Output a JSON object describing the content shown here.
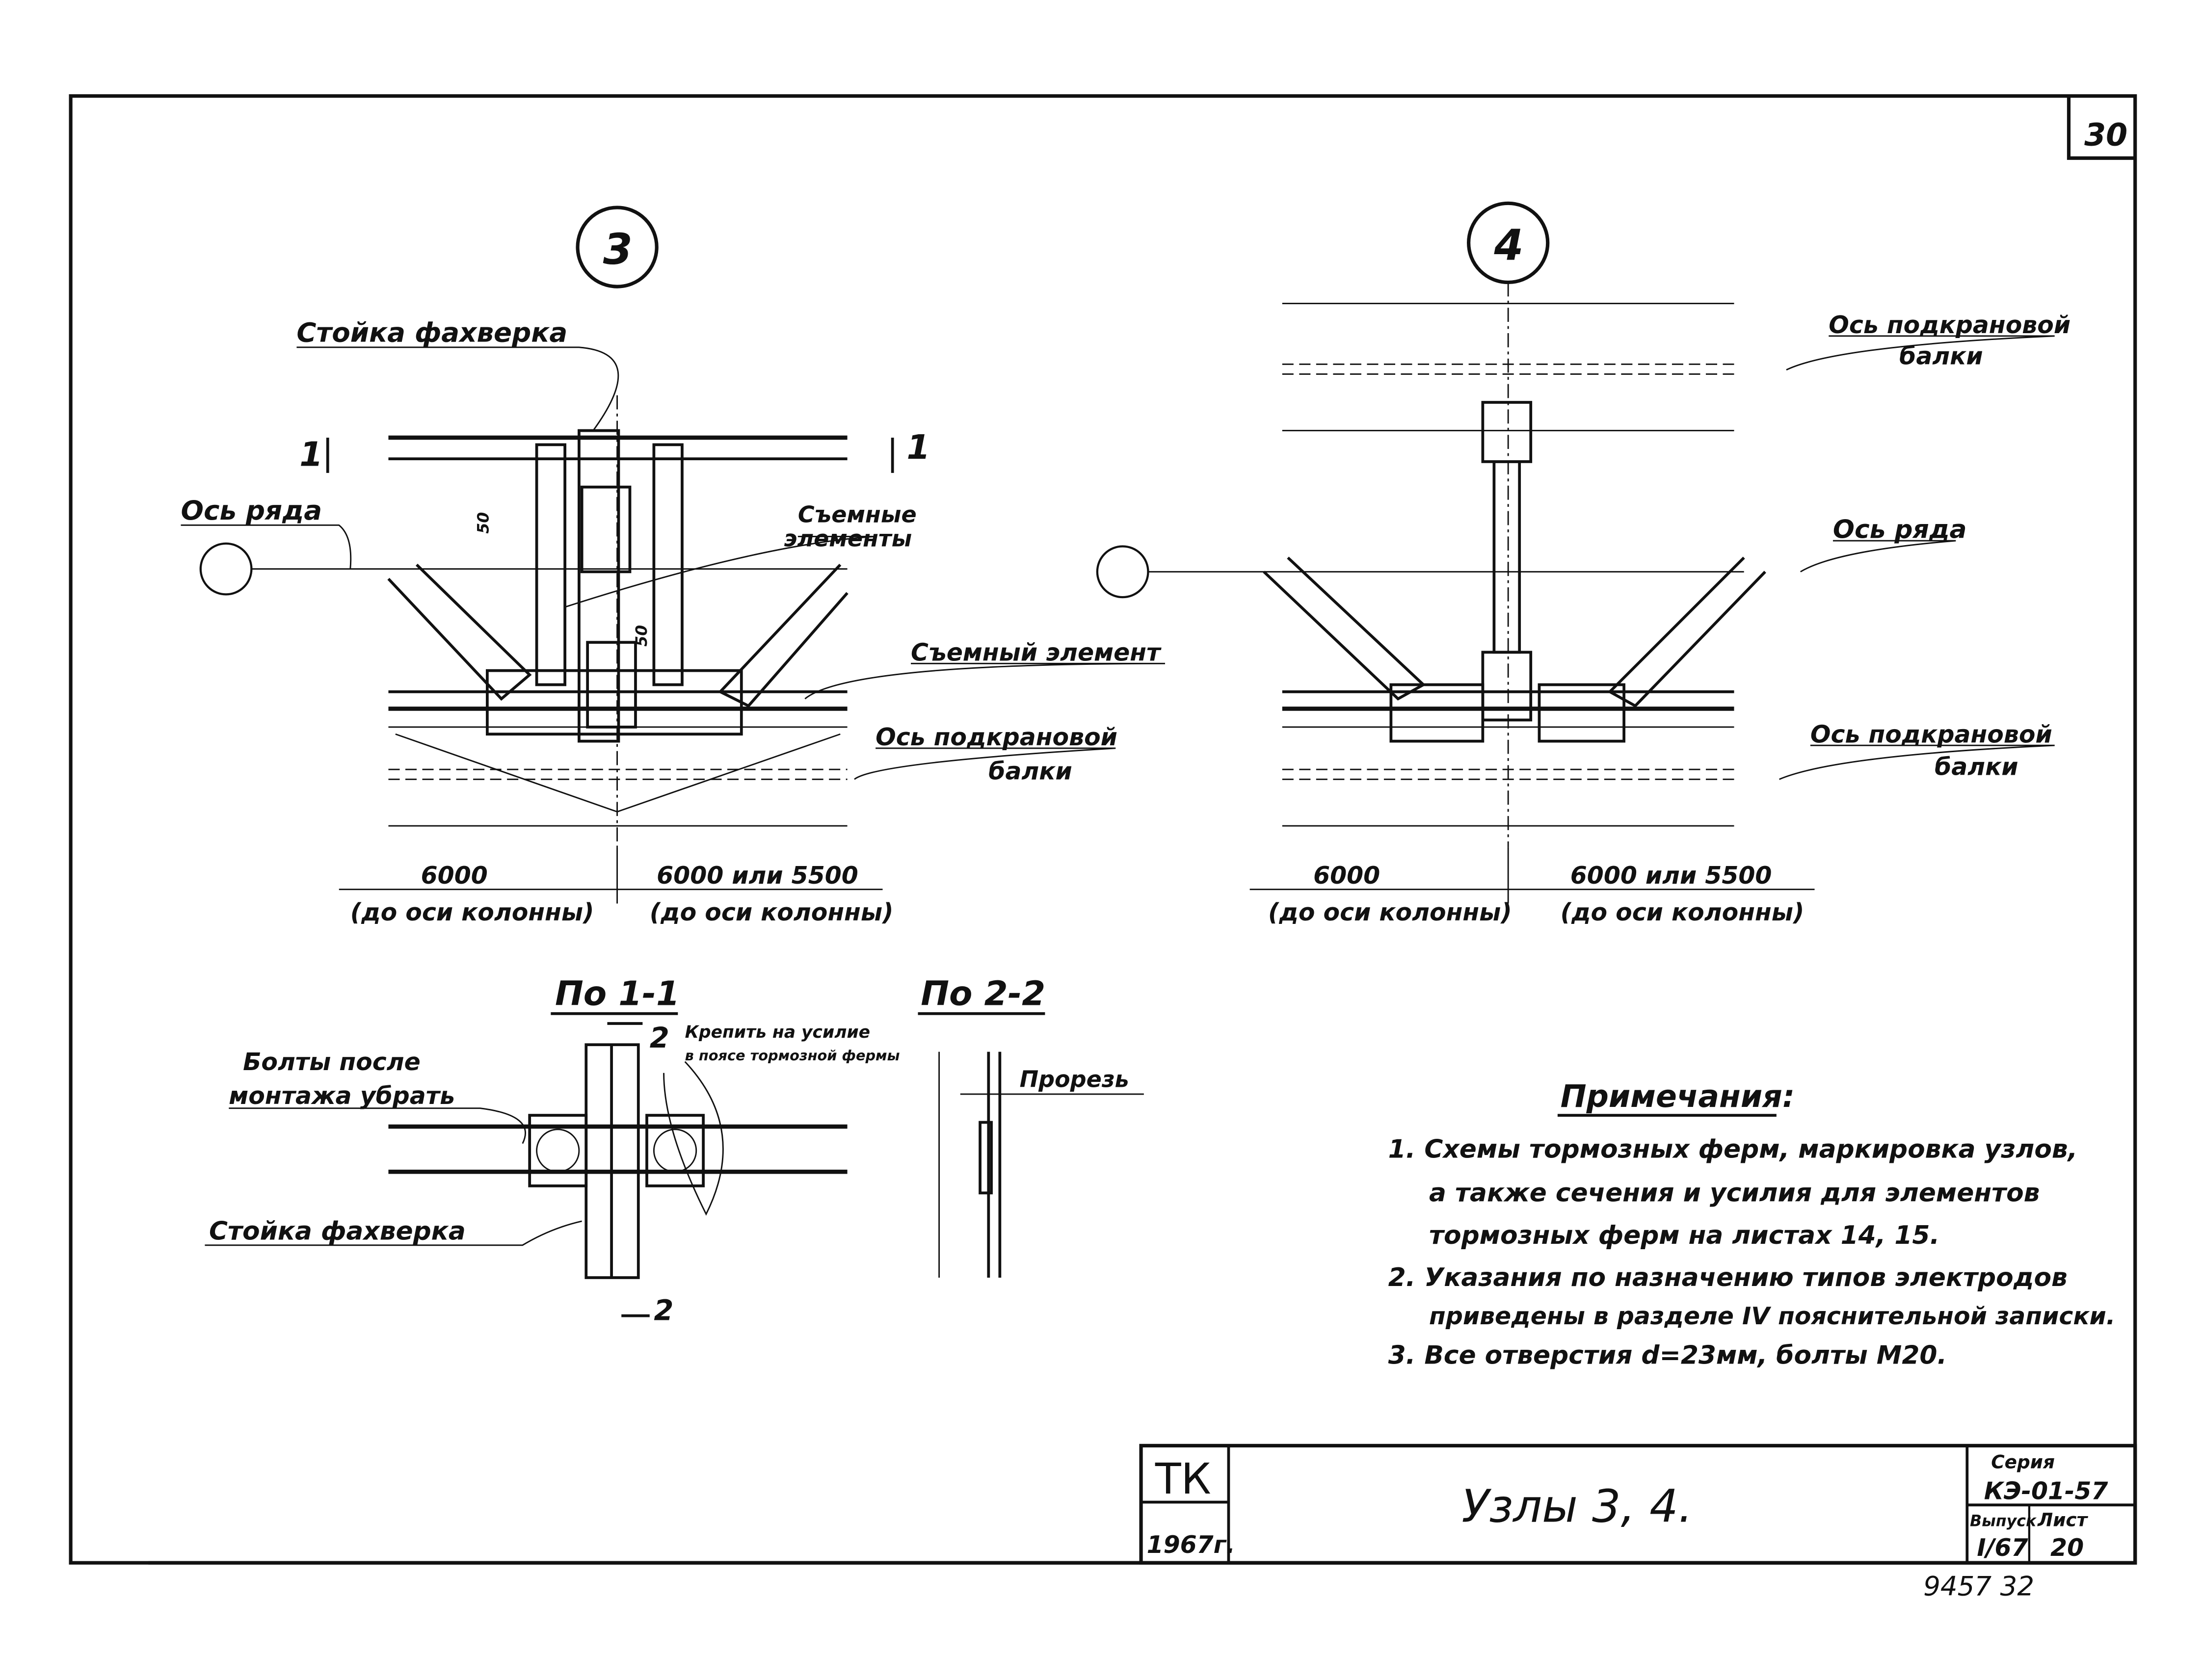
{
  "sheet": {
    "page_number": "30",
    "bottom_code": "9457 32"
  },
  "node3": {
    "marker": "3",
    "label_post": "Стойка фахверка",
    "label_row_axis": "Ось ряда",
    "label_removable": [
      "Съемные",
      "элементы"
    ],
    "label_removable_single": "Съемный элемент",
    "label_crane_axis": [
      "Ось подкрановой",
      "балки"
    ],
    "section_mark_left": "1",
    "section_mark_right": "1",
    "dim_50_a": "50",
    "dim_50_b": "50",
    "dim_left": "6000",
    "dim_left_note": "(до оси колонны)",
    "dim_right": "6000 или 5500",
    "dim_right_note": "(до оси колонны)"
  },
  "node4": {
    "marker": "4",
    "label_crane_axis_top": [
      "Ось подкрановой",
      "балки"
    ],
    "label_row_axis": "Ось ряда",
    "label_crane_axis": [
      "Ось подкрановой",
      "балки"
    ],
    "dim_left": "6000",
    "dim_left_note": "(до оси колонны)",
    "dim_right": "6000 или 5500",
    "dim_right_note": "(до оси колонны)"
  },
  "section11": {
    "title": "По 1-1",
    "mark_top": "2",
    "mark_bottom": "2",
    "label_fasten": [
      "Крепить на усилие",
      "в поясе тормозной фермы"
    ],
    "label_bolts": [
      "Болты после",
      "монтажа убрать"
    ],
    "label_post": "Стойка фахверка"
  },
  "section22": {
    "title": "По 2-2",
    "label_slot": "Прорезь"
  },
  "notes": {
    "title": "Примечания:",
    "items": [
      "1.  Схемы тормозных ферм, маркировка узлов,",
      "а также сечения и усилия для элементов",
      "тормозных ферм на листах 14, 15.",
      "2.  Указания по назначению типов электродов",
      "приведены в разделе IV пояснительной записки.",
      "3.  Все отверстия d=23мм, болты М20."
    ]
  },
  "title_block": {
    "org": "ТК",
    "year": "1967г.",
    "title": "Узлы 3, 4.",
    "series_label": "Серия",
    "series": "КЭ-01-57",
    "issue_label": "Выпуск",
    "issue": "I/67",
    "sheet_label": "Лист",
    "sheet": "20"
  }
}
